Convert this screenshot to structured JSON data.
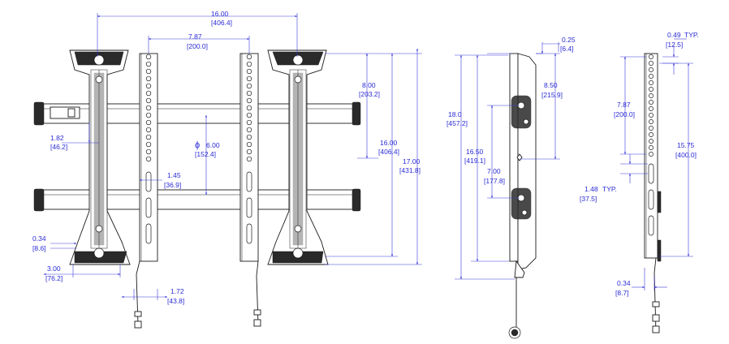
{
  "colors": {
    "dimension": "#2b2bd6",
    "line": "#1a1a1a",
    "background": "#ffffff"
  },
  "front_view": {
    "overall_width": {
      "in": "16.00",
      "mm": "[406.4]"
    },
    "rail_spacing": {
      "in": "7.87",
      "mm": "[200.0]"
    },
    "top_to_center": {
      "in": "8.00",
      "mm": "[203.2]"
    },
    "arm_height": {
      "in": "16.00",
      "mm": "[406.4]"
    },
    "overall_height": {
      "in": "17.00",
      "mm": "[431.8]"
    },
    "bar_spacing": {
      "in": "1.82",
      "mm": "[46.2]"
    },
    "pivot_diameter": {
      "symbol": "ϕ",
      "in": "6.00",
      "mm": "[152.4]"
    },
    "rail_offset": {
      "in": "1.45",
      "mm": "[36.9]"
    },
    "foot_height": {
      "in": "0.34",
      "mm": "[8.6]"
    },
    "foot_width": {
      "in": "3.00",
      "mm": "[76.2]"
    },
    "rail_width": {
      "in": "1.72",
      "mm": "[43.8]"
    }
  },
  "side_view": {
    "top_offset": {
      "in": "0.25",
      "mm": "[6.4]"
    },
    "bracket_height": {
      "in": "8.50",
      "mm": "[215.9]"
    },
    "overall_height": {
      "in": "18.0",
      "mm": "[457.2]"
    },
    "mount_height": {
      "in": "16.50",
      "mm": "[419.1]"
    },
    "tilt_center": {
      "in": "7.00",
      "mm": "[177.8]"
    }
  },
  "rail_view": {
    "hole_pitch": {
      "in": "0.49",
      "typ": "TYP.",
      "mm": "[12.5]"
    },
    "hole_group": {
      "in": "7.87",
      "mm": "[200.0]"
    },
    "rail_length": {
      "in": "15.75",
      "mm": "[400.0]"
    },
    "slot_spacing": {
      "in": "1.48",
      "typ": "TYP.",
      "mm": "[37.5]"
    },
    "rail_depth": {
      "in": "0.34",
      "mm": "[8.7]"
    }
  }
}
